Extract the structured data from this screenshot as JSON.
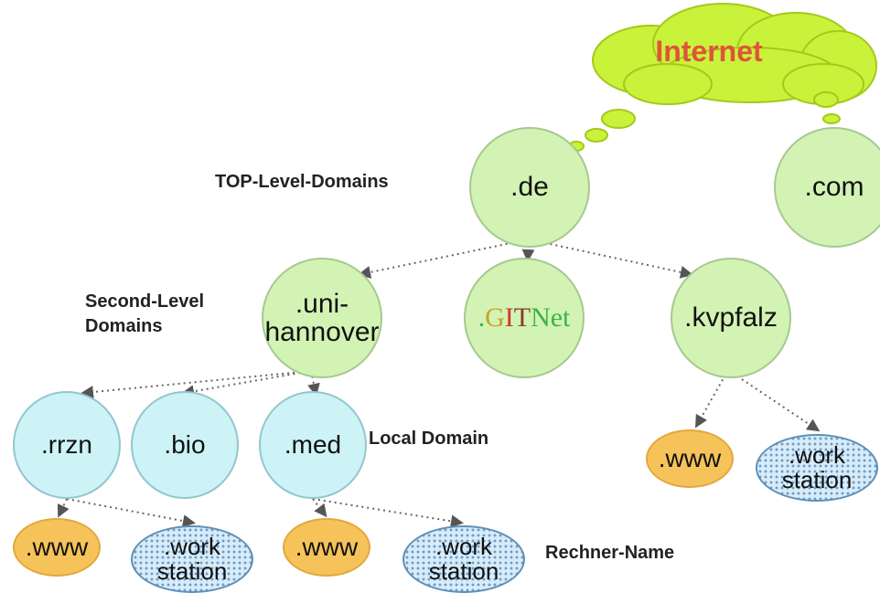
{
  "cloud": {
    "label": "Internet"
  },
  "colors": {
    "top_level": "#d2f3b4",
    "local": "#cdf3f7",
    "www": "#f6c35a",
    "workstation": "#d8ecf8",
    "internet_text": "#e0533b",
    "cloud": "#c9f23a"
  },
  "labels": {
    "top_level": "TOP-Level-Domains",
    "second_level_1": "Second-Level",
    "second_level_2": "Domains",
    "local_domain": "Local Domain",
    "rechner_name": "Rechner-Name"
  },
  "nodes": {
    "de": ".de",
    "com": ".com",
    "uni_1": ".uni-",
    "uni_2": "hannover",
    "gitnet_parts": [
      ".",
      "G",
      "I",
      "T",
      "Net"
    ],
    "kvpfalz": ".kvpfalz",
    "rrzn": ".rrzn",
    "bio": ".bio",
    "med": ".med",
    "www": ".www",
    "ws_1": ".work",
    "ws_2": "station"
  },
  "gitnet_colors": [
    "#3cb34a",
    "#c7a32a",
    "#d0362a",
    "#8b3a2a",
    "#3cb34a"
  ]
}
